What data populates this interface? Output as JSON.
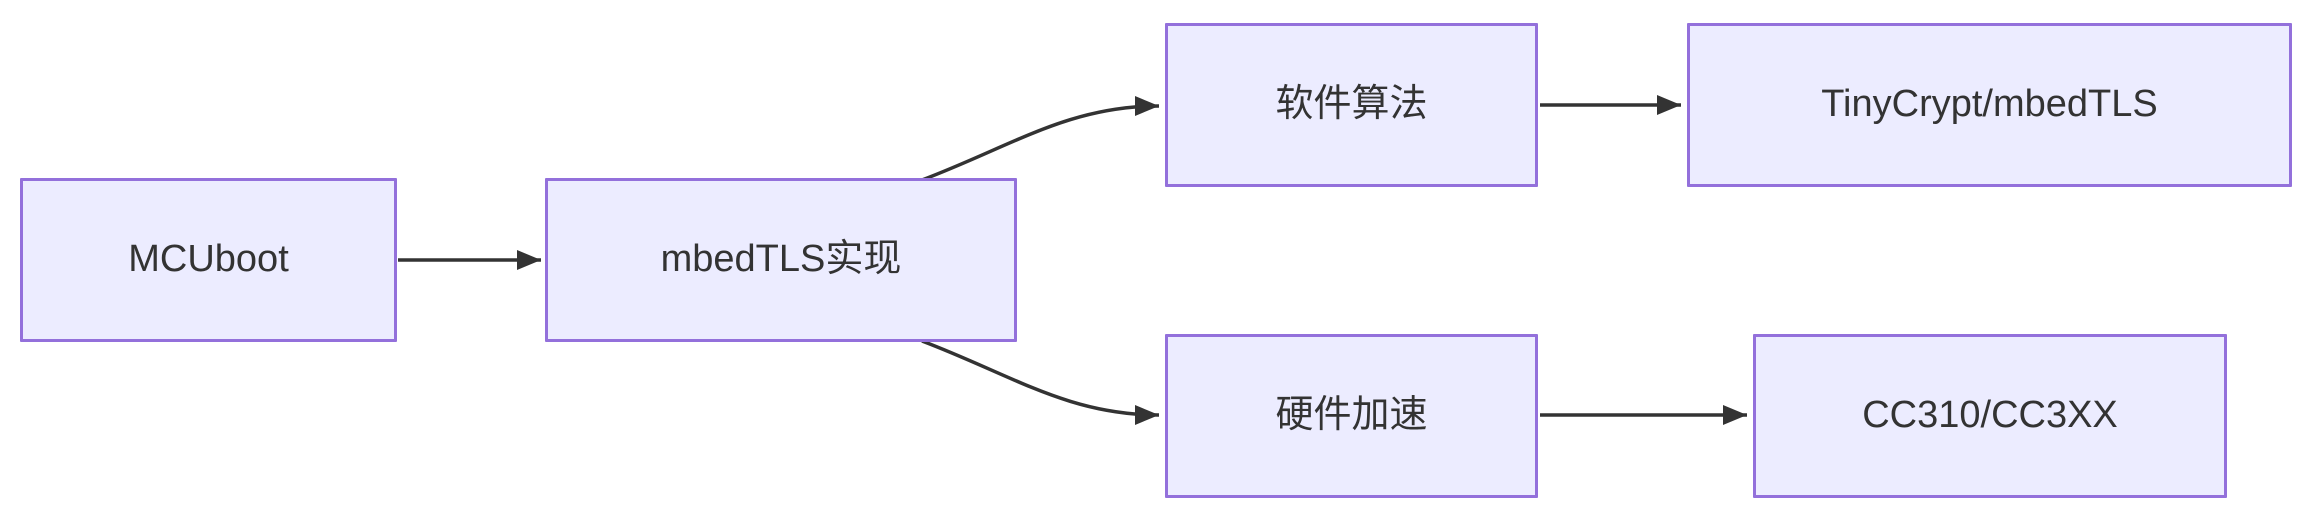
{
  "diagram": {
    "type": "flowchart",
    "direction": "left-to-right",
    "colors": {
      "node_fill": "#ECECFF",
      "node_border": "#9370DB",
      "text": "#333333",
      "edge": "#333333",
      "background": "#ffffff"
    },
    "nodes": [
      {
        "id": "mcuboot",
        "label": "MCUboot"
      },
      {
        "id": "mbedtls-impl",
        "label": "mbedTLS实现"
      },
      {
        "id": "software-algo",
        "label": "软件算法"
      },
      {
        "id": "tinycrypt",
        "label": "TinyCrypt/mbedTLS"
      },
      {
        "id": "hardware-accel",
        "label": "硬件加速"
      },
      {
        "id": "cc310",
        "label": "CC310/CC3XX"
      }
    ],
    "edges": [
      {
        "from": "MCUboot",
        "to": "mbedTLS实现"
      },
      {
        "from": "mbedTLS实现",
        "to": "软件算法"
      },
      {
        "from": "mbedTLS实现",
        "to": "硬件加速"
      },
      {
        "from": "软件算法",
        "to": "TinyCrypt/mbedTLS"
      },
      {
        "from": "硬件加速",
        "to": "CC310/CC3XX"
      }
    ]
  }
}
